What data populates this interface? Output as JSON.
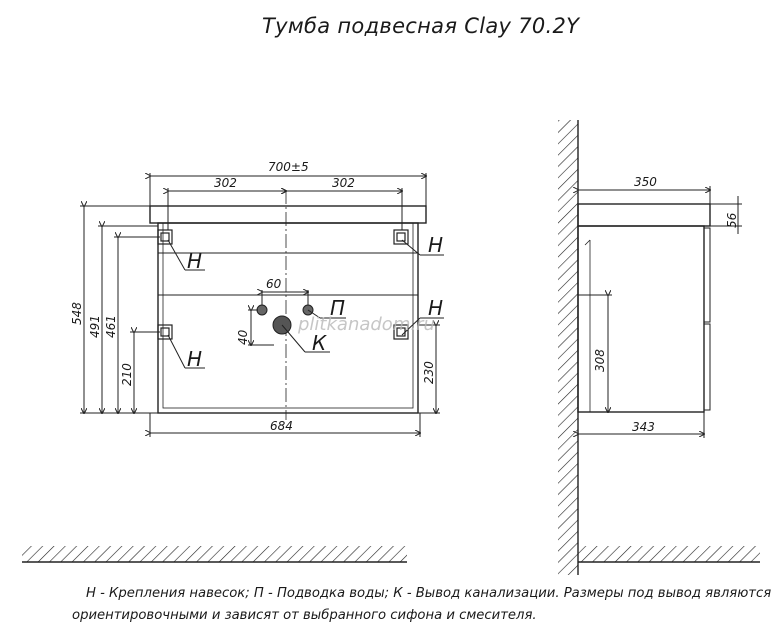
{
  "title": "Тумба подвесная Clay 70.2Y",
  "notes": {
    "line1": "Н - Крепления навесок; П - Подводка воды; К - Вывод канализации. Размеры под вывод являются",
    "line2": "ориентировочными и зависят от выбранного сифона и смесителя."
  },
  "front_view": {
    "dim_total_width": "700±5",
    "dim_left_half": "302",
    "dim_right_half": "302",
    "dim_bottom_width": "684",
    "dim_height_548": "548",
    "dim_height_491": "491",
    "dim_height_461": "461",
    "dim_height_210": "210",
    "dim_height_230": "230",
    "dim_pipe_spacing": "60",
    "dim_pipe_offset": "40",
    "label_H_top_left": "Н",
    "label_H_top_right": "Н",
    "label_H_bottom_left": "Н",
    "label_H_bottom_right": "Н",
    "label_P": "П",
    "label_K": "К"
  },
  "side_view": {
    "dim_depth_top": "350",
    "dim_top_thickness": "56",
    "dim_depth_bottom": "343",
    "dim_height_308": "308"
  },
  "watermark": "plitkanadom.ru"
}
